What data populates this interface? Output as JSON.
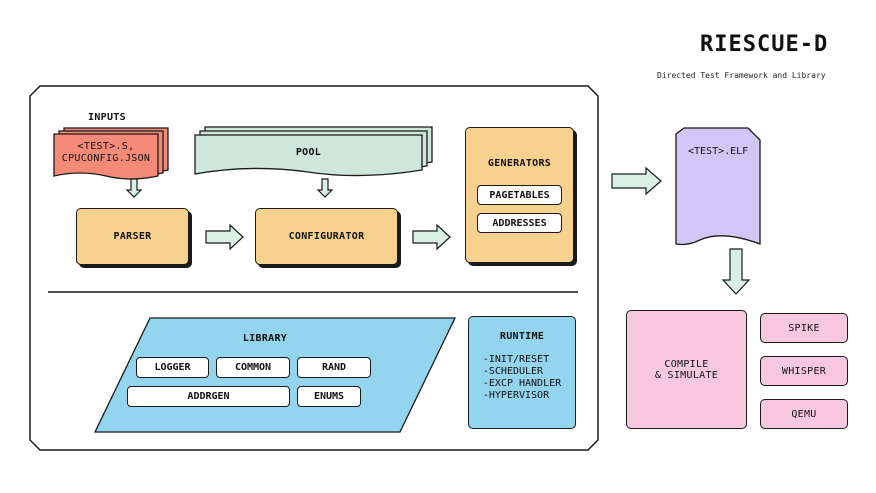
{
  "brand": {
    "title": "RIESCUE-D",
    "subtitle": "Directed Test Framework and Library"
  },
  "inputs": {
    "heading": "INPUTS",
    "line1": "<TEST>.S,",
    "line2": "CPUCONFIG.JSON"
  },
  "pool": {
    "label": "POOL"
  },
  "parser": {
    "label": "PARSER"
  },
  "configurator": {
    "label": "CONFIGURATOR"
  },
  "generators": {
    "label": "GENERATORS",
    "items": [
      "PAGETABLES",
      "ADDRESSES"
    ]
  },
  "elf": {
    "label": "<TEST>.ELF"
  },
  "library": {
    "label": "LIBRARY",
    "items": [
      "LOGGER",
      "COMMON",
      "RAND",
      "ADDRGEN",
      "ENUMS"
    ]
  },
  "runtime": {
    "label": "RUNTIME",
    "items": [
      "-INIT/RESET",
      "-SCHEDULER",
      "-EXCP HANDLER",
      "-HYPERVISOR"
    ]
  },
  "compile": {
    "line1": "COMPILE",
    "line2": "& SIMULATE"
  },
  "simulators": [
    "SPIKE",
    "WHISPER",
    "QEMU"
  ],
  "colors": {
    "inputs": "#f58a78",
    "pool": "#cfe6dc",
    "parser": "#f7d28f",
    "generators": "#f7d28f",
    "elf": "#d2c6f7",
    "library": "#93d4ef",
    "runtime": "#93d4ef",
    "compile": "#f8c8de",
    "arrow": "#d8f0e6"
  }
}
